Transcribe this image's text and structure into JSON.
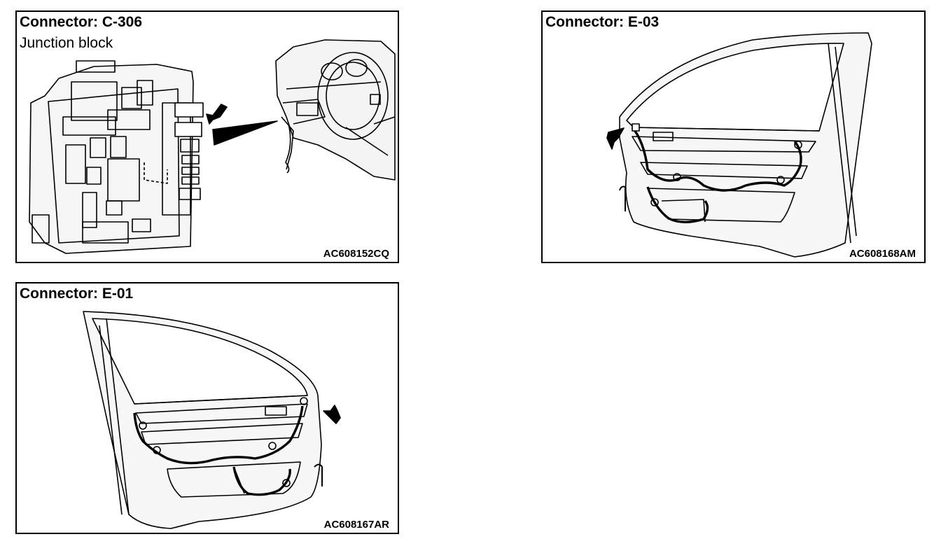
{
  "panels": [
    {
      "title": "Connector: C-306",
      "subtitle": "Junction block",
      "code": "AC608152CQ"
    },
    {
      "title": "Connector: E-03",
      "code": "AC608168AM"
    },
    {
      "title": "Connector: E-01",
      "code": "AC608167AR"
    }
  ],
  "icons": [
    "arrow-icon",
    "junction-block-illustration",
    "dashboard-illustration",
    "door-illustration"
  ]
}
